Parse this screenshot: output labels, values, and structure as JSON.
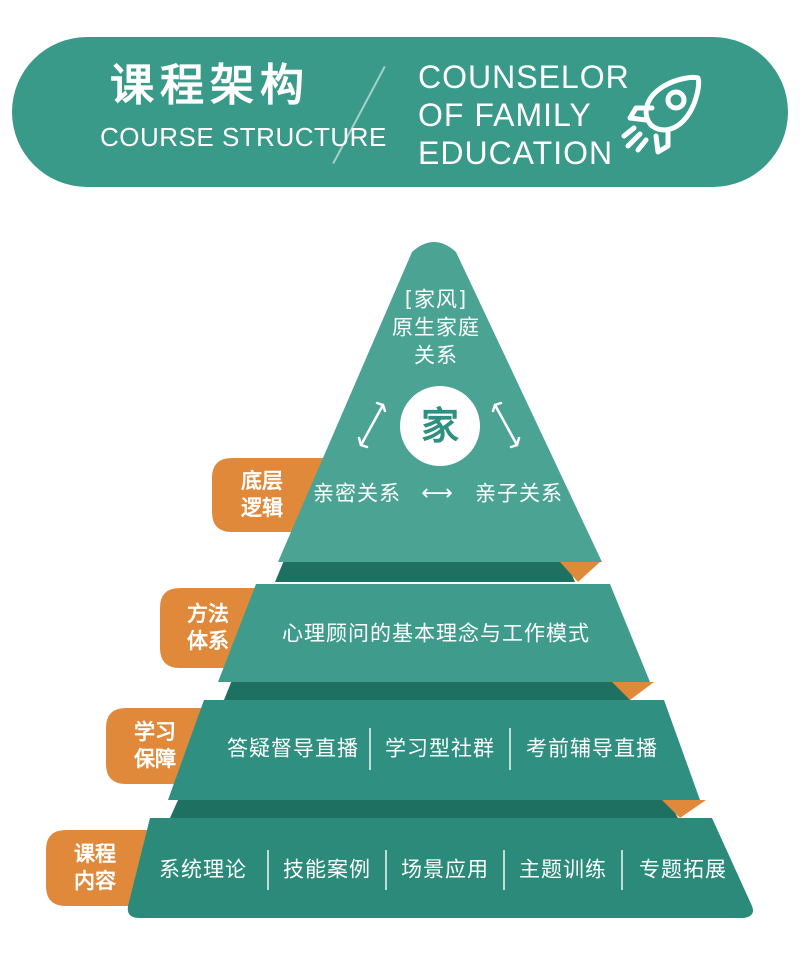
{
  "header": {
    "title_cn": "课程架构",
    "title_en": "COURSE STRUCTURE",
    "tagline_lines": [
      "COUNSELOR",
      "OF FAMILY",
      "EDUCATION"
    ],
    "icon": "rocket-icon"
  },
  "pyramid": {
    "top": {
      "line1": "[家风]",
      "line2": "原生家庭",
      "line3": "关系",
      "center_char": "家",
      "left_relation": "亲密关系",
      "right_relation": "亲子关系",
      "arrow": "⟷"
    },
    "layers": [
      {
        "tag": "底层\n逻辑"
      },
      {
        "tag": "方法\n体系",
        "items": [
          "心理顾问的基本理念与工作模式"
        ]
      },
      {
        "tag": "学习\n保障",
        "items": [
          "答疑督导直播",
          "学习型社群",
          "考前辅导直播"
        ]
      },
      {
        "tag": "课程\n内容",
        "items": [
          "系统理论",
          "技能案例",
          "场景应用",
          "主题训练",
          "专题拓展"
        ]
      }
    ]
  },
  "colors": {
    "teal_header": "#3a9a8a",
    "teal_light": "#4ba393",
    "teal_mid": "#2f8f80",
    "teal_dark": "#1e7060",
    "orange": "#e0893a"
  }
}
